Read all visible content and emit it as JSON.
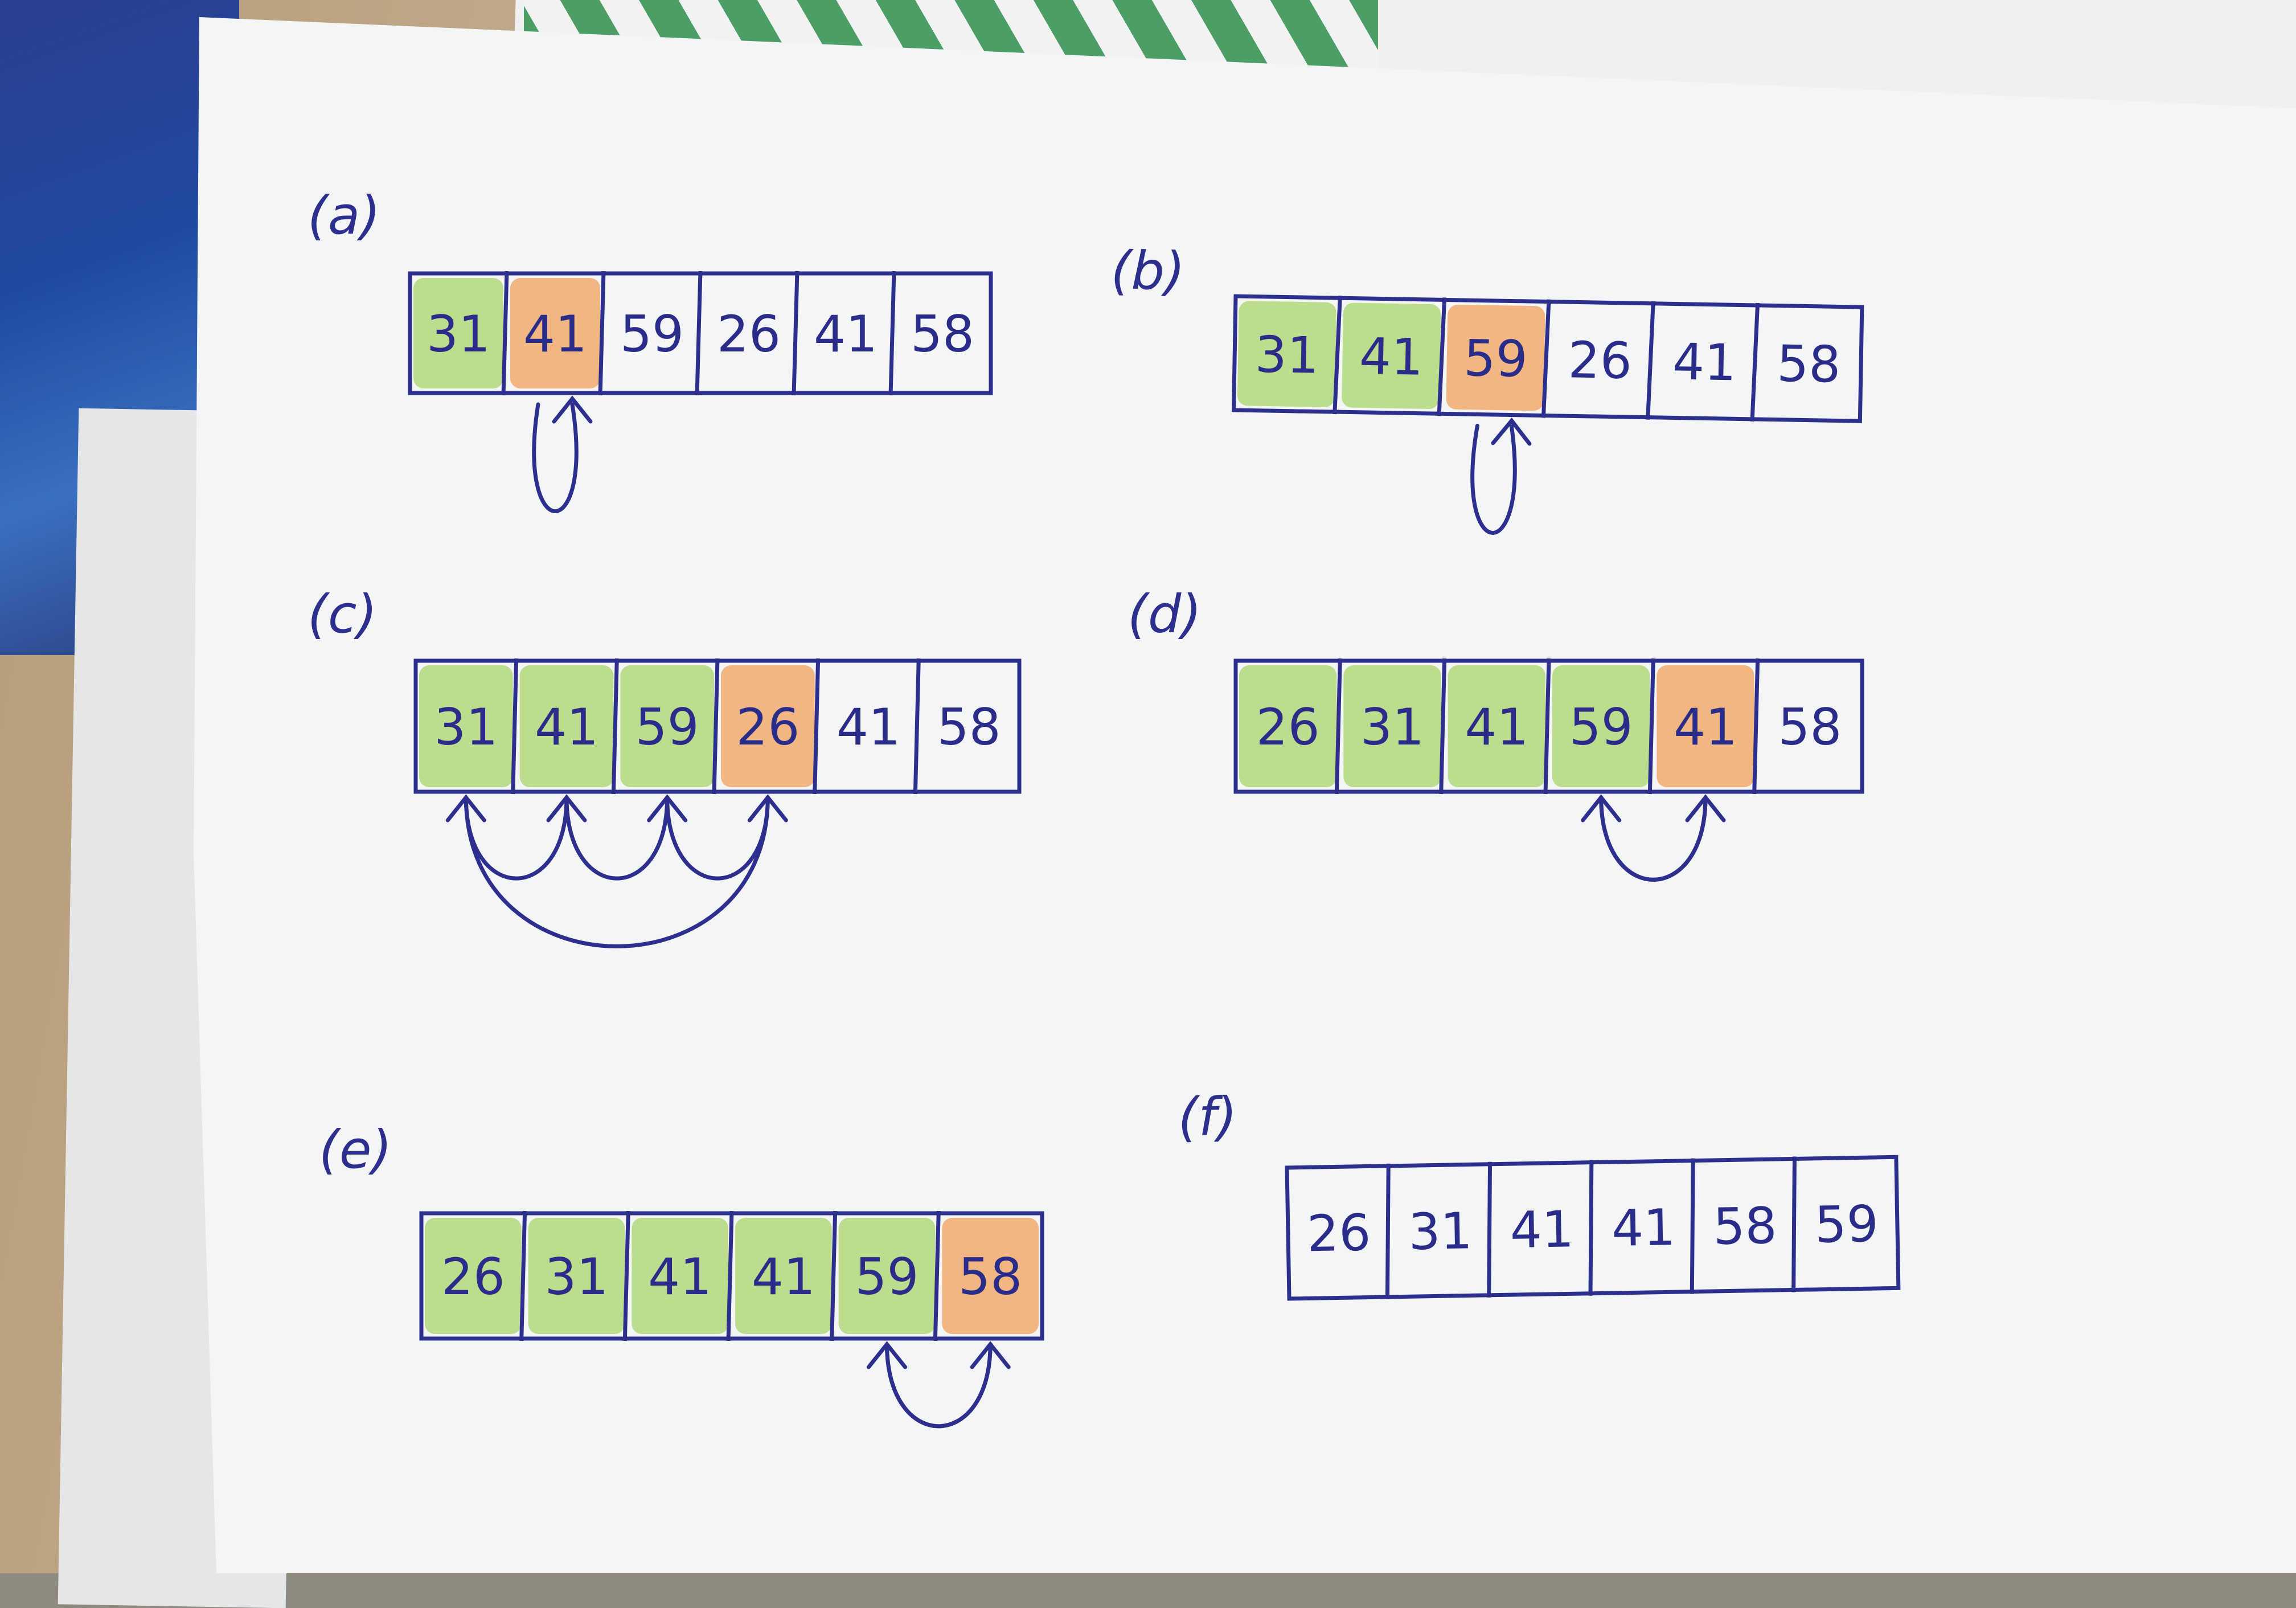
{
  "colors": {
    "ink": "#2d2f8f",
    "sorted_fill": "#a9d46a",
    "key_fill": "#f0a05a",
    "paper": "#f4f5f6"
  },
  "panels": [
    {
      "label": "(a)",
      "values": [
        "31",
        "41",
        "59",
        "26",
        "41",
        "58"
      ],
      "sorted_count": 1,
      "key_index": 1,
      "arrows": [
        {
          "from": 1,
          "to": 1
        }
      ]
    },
    {
      "label": "(b)",
      "values": [
        "31",
        "41",
        "59",
        "26",
        "41",
        "58"
      ],
      "sorted_count": 2,
      "key_index": 2,
      "arrows": [
        {
          "from": 2,
          "to": 2
        }
      ]
    },
    {
      "label": "(c)",
      "values": [
        "31",
        "41",
        "59",
        "26",
        "41",
        "58"
      ],
      "sorted_count": 3,
      "key_index": 3,
      "arrows": [
        {
          "from": 0,
          "to": 1
        },
        {
          "from": 1,
          "to": 2
        },
        {
          "from": 2,
          "to": 3
        },
        {
          "from": 3,
          "to": 0
        }
      ]
    },
    {
      "label": "(d)",
      "values": [
        "26",
        "31",
        "41",
        "59",
        "41",
        "58"
      ],
      "sorted_count": 4,
      "key_index": 4,
      "arrows": [
        {
          "from": 3,
          "to": 4
        },
        {
          "from": 4,
          "to": 3
        }
      ]
    },
    {
      "label": "(e)",
      "values": [
        "26",
        "31",
        "41",
        "41",
        "59",
        "58"
      ],
      "sorted_count": 5,
      "key_index": 5,
      "arrows": [
        {
          "from": 4,
          "to": 5
        },
        {
          "from": 5,
          "to": 4
        }
      ]
    },
    {
      "label": "(f)",
      "values": [
        "26",
        "31",
        "41",
        "41",
        "58",
        "59"
      ],
      "sorted_count": 0,
      "key_index": -1,
      "arrows": []
    }
  ]
}
